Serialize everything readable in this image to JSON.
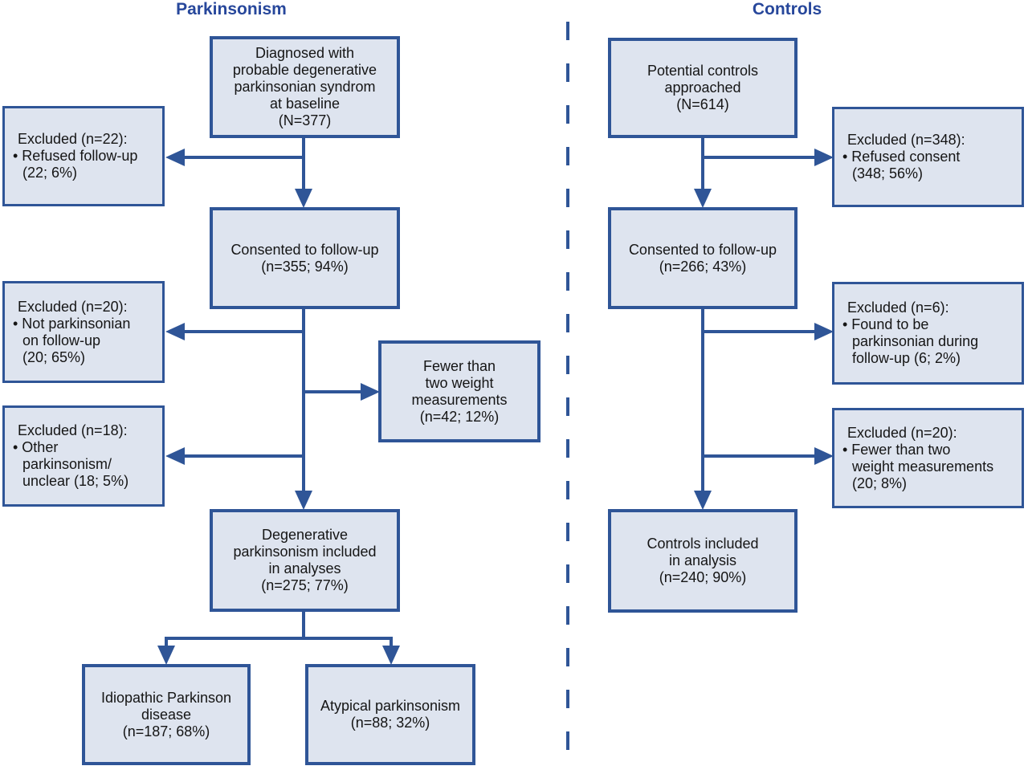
{
  "diagram_type": "study-flowchart",
  "left": {
    "title": "Parkinsonism",
    "flow": {
      "diagnosed": "Diagnosed with\nprobable degenerative\nparkinsonian syndrom\nat baseline\n(N=377)",
      "consented": "Consented to follow-up\n(n=355; 94%)",
      "fewer_weights": "Fewer than\ntwo weight\nmeasurements\n(n=42; 12%)",
      "included": "Degenerative\nparkinsonism included\nin analyses\n(n=275; 77%)",
      "idiopathic": "Idiopathic Parkinson\ndisease\n(n=187; 68%)",
      "atypical": "Atypical parkinsonism\n(n=88; 32%)"
    },
    "excluded": [
      {
        "title": "Excluded (n=22):",
        "item": "• Refused follow-up\n(22; 6%)"
      },
      {
        "title": "Excluded (n=20):",
        "item": "• Not parkinsonian\non follow-up\n(20; 65%)"
      },
      {
        "title": "Excluded (n=18):",
        "item": "• Other\nparkinsonism/\nunclear (18; 5%)"
      }
    ]
  },
  "right": {
    "title": "Controls",
    "flow": {
      "approached": "Potential controls\napproached\n(N=614)",
      "consented": "Consented to follow-up\n(n=266; 43%)",
      "included": "Controls included\nin analysis\n(n=240; 90%)"
    },
    "excluded": [
      {
        "title": "Excluded (n=348):",
        "item": "• Refused consent\n(348; 56%)"
      },
      {
        "title": "Excluded (n=6):",
        "item": "• Found to be\nparkinsonian during\nfollow-up (6; 2%)"
      },
      {
        "title": "Excluded (n=20):",
        "item": "• Fewer than two\nweight measurements\n(20; 8%)"
      }
    ]
  },
  "colors": {
    "background": "#ffffff",
    "box_fill": "#dee4ef",
    "box_border": "#2f5597",
    "arrow": "#2f5597",
    "title_text": "#27479b",
    "text": "#151515"
  }
}
